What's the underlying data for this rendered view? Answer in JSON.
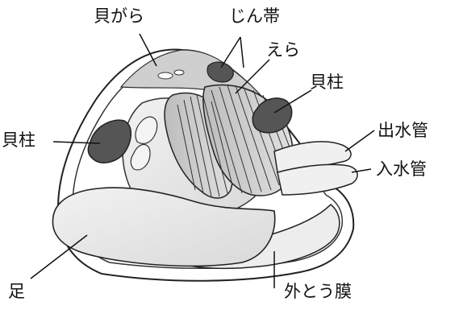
{
  "labels": {
    "shell": "貝がら",
    "ligament": "じん帯",
    "gill": "えら",
    "adductor_right": "貝柱",
    "adductor_left": "貝柱",
    "excurrent_siphon": "出水管",
    "incurrent_siphon": "入水管",
    "foot": "足",
    "mantle": "外とう膜"
  },
  "colors": {
    "shell_fill": "#ffffff",
    "body_fill": "#e8e8e8",
    "gill_fill": "#cfcfcf",
    "muscle_fill": "#555555",
    "outline": "#222222"
  }
}
